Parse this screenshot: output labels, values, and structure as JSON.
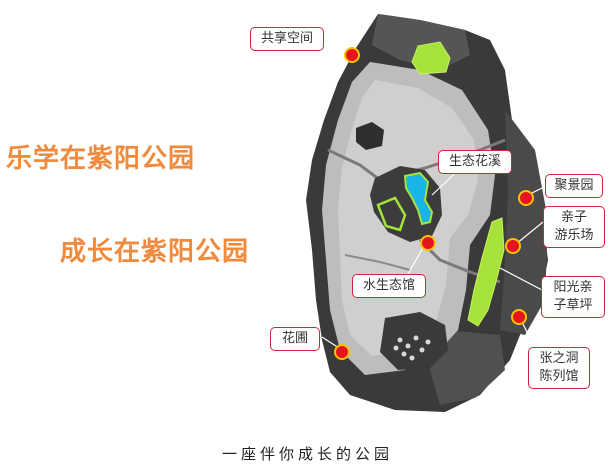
{
  "slogans": {
    "line1": "乐学在紫阳公园",
    "line2": "成长在紫阳公园"
  },
  "labels": {
    "shared_space": "共享空间",
    "eco_stream": "生态花溪",
    "juijing_garden": "聚景园",
    "family_playground": [
      "亲子",
      "游乐场"
    ],
    "sunny_lawn": [
      "阳光亲",
      "子草坪"
    ],
    "water_eco_museum": "水生态馆",
    "flower_garden": "花圃",
    "zhangzhidong_museum": [
      "张之洞",
      "陈列馆"
    ]
  },
  "caption": "一座伴你成长的公园",
  "colors": {
    "slogan": "#f08a3c",
    "marker_fill": "#e8141c",
    "marker_ring": "#f5c400",
    "highlight_green": "#a6e23a",
    "highlight_blue": "#19b4e8",
    "callout_border": "#d0263a"
  }
}
